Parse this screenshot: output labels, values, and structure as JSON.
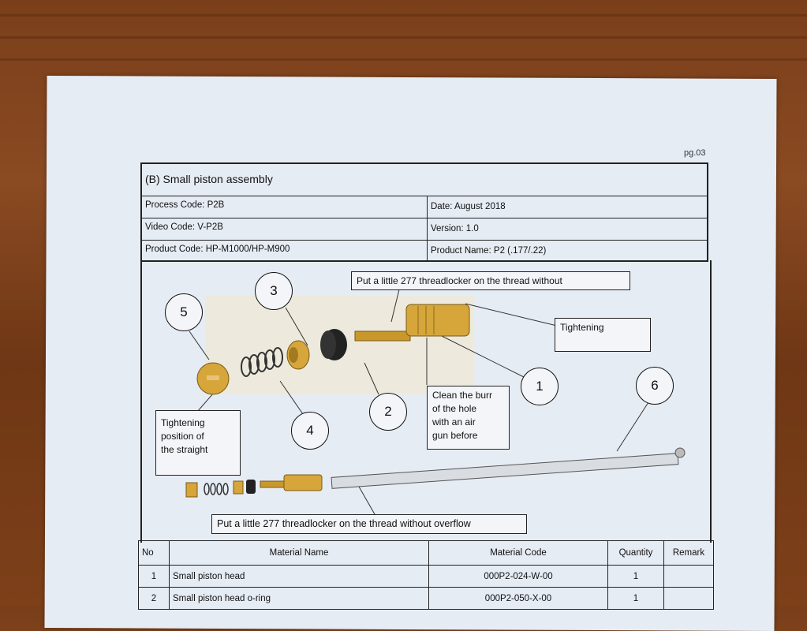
{
  "page_number": "pg.03",
  "header": {
    "title": "(B) Small piston assembly",
    "process_code": "Process Code: P2B",
    "date": "Date: August 2018",
    "video_code": "Video Code: V-P2B",
    "version": "Version: 1.0",
    "product_code": "Product Code: HP-M1000/HP-M900",
    "product_name": "Product Name: P2 (.177/.22)"
  },
  "diagram": {
    "note_top": "Put a little 277 threadlocker on the thread without",
    "note_tightening": "Tightening",
    "note_burr_lines": [
      "Clean the burr",
      "of the hole",
      "with an air",
      "gun before"
    ],
    "note_position_lines": [
      "Tightening",
      "position of",
      "the straight"
    ],
    "note_bottom": "Put a little 277 threadlocker on the thread without overflow",
    "callouts": [
      "1",
      "2",
      "3",
      "4",
      "5",
      "6"
    ]
  },
  "materials": {
    "headers": [
      "No",
      "Material Name",
      "Material Code",
      "Quantity",
      "Remark"
    ],
    "rows": [
      {
        "no": "1",
        "name": "Small piston head",
        "code": "000P2-024-W-00",
        "qty": "1",
        "remark": ""
      },
      {
        "no": "2",
        "name": "Small piston head o-ring",
        "code": "000P2-050-X-00",
        "qty": "1",
        "remark": ""
      }
    ]
  },
  "colors": {
    "brass": "#c9982c",
    "paper": "#e6ecf4",
    "wood": "#7a3f1a"
  }
}
